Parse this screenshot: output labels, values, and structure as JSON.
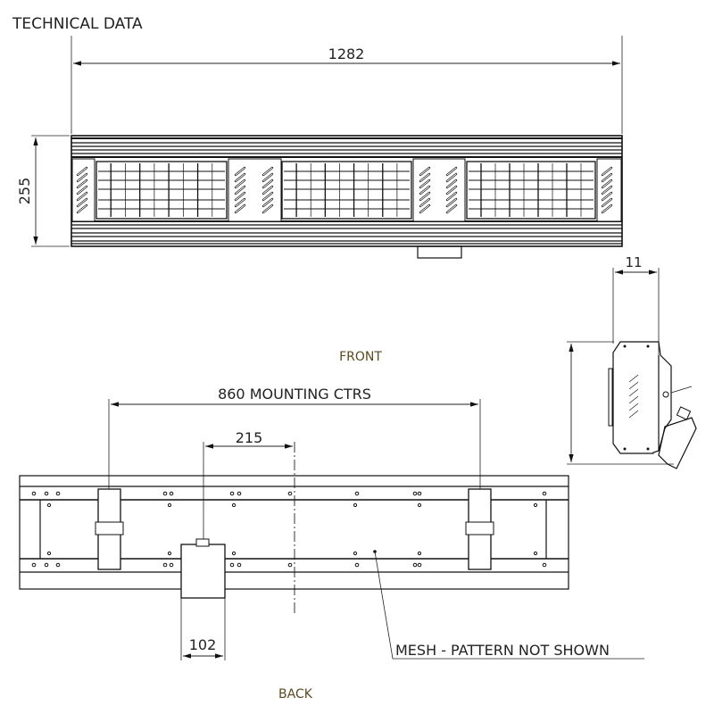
{
  "title": "TECHNICAL DATA",
  "front_view": {
    "label": "FRONT",
    "width_dim": "1282",
    "height_dim": "255"
  },
  "side_view": {
    "depth_dim": "11"
  },
  "back_view": {
    "label": "BACK",
    "mounting_dim": "860 MOUNTING CTRS",
    "offset_dim": "215",
    "block_dim": "102",
    "mesh_note": "MESH - PATTERN NOT SHOWN"
  },
  "colors": {
    "label": "#5a4a1e",
    "line": "#111111"
  }
}
